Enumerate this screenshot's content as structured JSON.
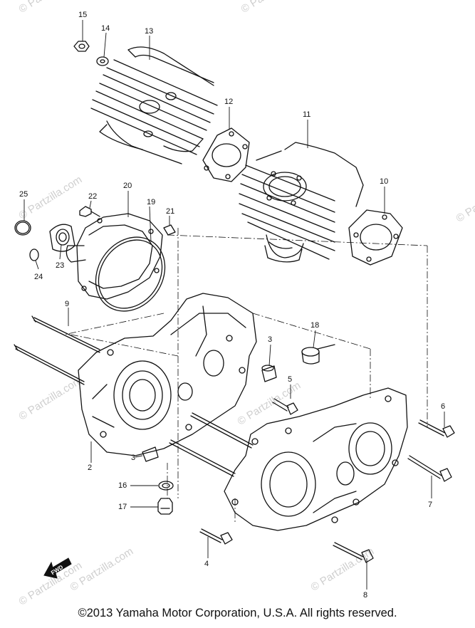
{
  "watermark": {
    "text": "© Partzilla.com"
  },
  "callouts": [
    {
      "id": "c15",
      "label": "15"
    },
    {
      "id": "c14",
      "label": "14"
    },
    {
      "id": "c13",
      "label": "13"
    },
    {
      "id": "c12",
      "label": "12"
    },
    {
      "id": "c11",
      "label": "11"
    },
    {
      "id": "c10",
      "label": "10"
    },
    {
      "id": "c25",
      "label": "25"
    },
    {
      "id": "c22",
      "label": "22"
    },
    {
      "id": "c20",
      "label": "20"
    },
    {
      "id": "c19",
      "label": "19"
    },
    {
      "id": "c21",
      "label": "21"
    },
    {
      "id": "c24",
      "label": "24"
    },
    {
      "id": "c23",
      "label": "23"
    },
    {
      "id": "c9",
      "label": "9"
    },
    {
      "id": "c3a",
      "label": "3"
    },
    {
      "id": "c18",
      "label": "18"
    },
    {
      "id": "c5",
      "label": "5"
    },
    {
      "id": "c6",
      "label": "6"
    },
    {
      "id": "c2",
      "label": "2"
    },
    {
      "id": "c3b",
      "label": "3"
    },
    {
      "id": "c16",
      "label": "16"
    },
    {
      "id": "c17",
      "label": "17"
    },
    {
      "id": "c7",
      "label": "7"
    },
    {
      "id": "c4",
      "label": "4"
    },
    {
      "id": "c8",
      "label": "8"
    }
  ],
  "fwd_label": "FWD",
  "copyright": "©2013 Yamaha Motor Corporation, U.S.A. All rights reserved."
}
